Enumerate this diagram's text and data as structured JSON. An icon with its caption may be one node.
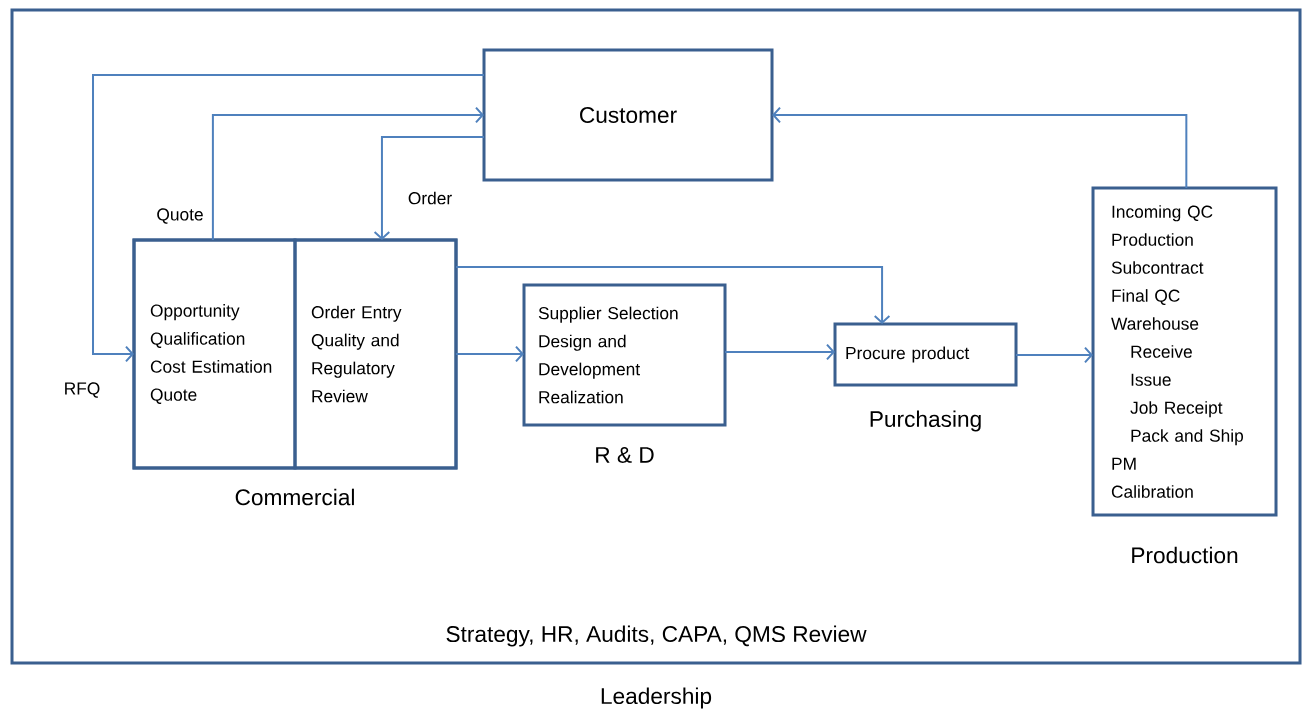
{
  "diagram": {
    "nodes": [
      {
        "text": [
          "Strategy, HR, Audits, CAPA, QMS Review",
          "Leadership"
        ]
      },
      {
        "text": [
          "Customer"
        ],
        "in": 0
      },
      {
        "text": [
          "Commercial"
        ],
        "in": 0
      },
      {
        "text": [
          "Opportunity Qualification",
          "Cost Estimation",
          "Quote"
        ],
        "in": 2
      },
      {
        "text": [
          "Order Entry",
          "Quality and Regulatory Review"
        ],
        "in": 2
      },
      {
        "text": [
          "Supplier Selection",
          "Design and Development",
          "Realization",
          "R & D"
        ],
        "in": 0
      },
      {
        "text": [
          "Procure product",
          "Purchasing"
        ],
        "in": 0
      },
      {
        "text": [
          "Incoming QC",
          "Production",
          "Subcontract",
          "Final QC",
          "Warehouse",
          "Receive",
          "Issue",
          "Job Receipt",
          "Pack and Ship",
          "PM",
          "Calibration",
          "Production"
        ],
        "in": 0
      }
    ],
    "edges": [
      {
        "from": 1,
        "to": 3,
        "arrow": "to",
        "label": "RFQ"
      },
      {
        "from": 3,
        "to": 1,
        "arrow": "to",
        "label": "Quote"
      },
      {
        "from": 1,
        "to": 4,
        "arrow": "to",
        "label": "Order"
      },
      {
        "from": 4,
        "to": 5,
        "arrow": "to"
      },
      {
        "from": 4,
        "to": 6,
        "arrow": "to"
      },
      {
        "from": 5,
        "to": 6,
        "arrow": "to"
      },
      {
        "from": 6,
        "to": 7,
        "arrow": "to"
      },
      {
        "from": 7,
        "to": 1,
        "arrow": "to"
      }
    ]
  }
}
